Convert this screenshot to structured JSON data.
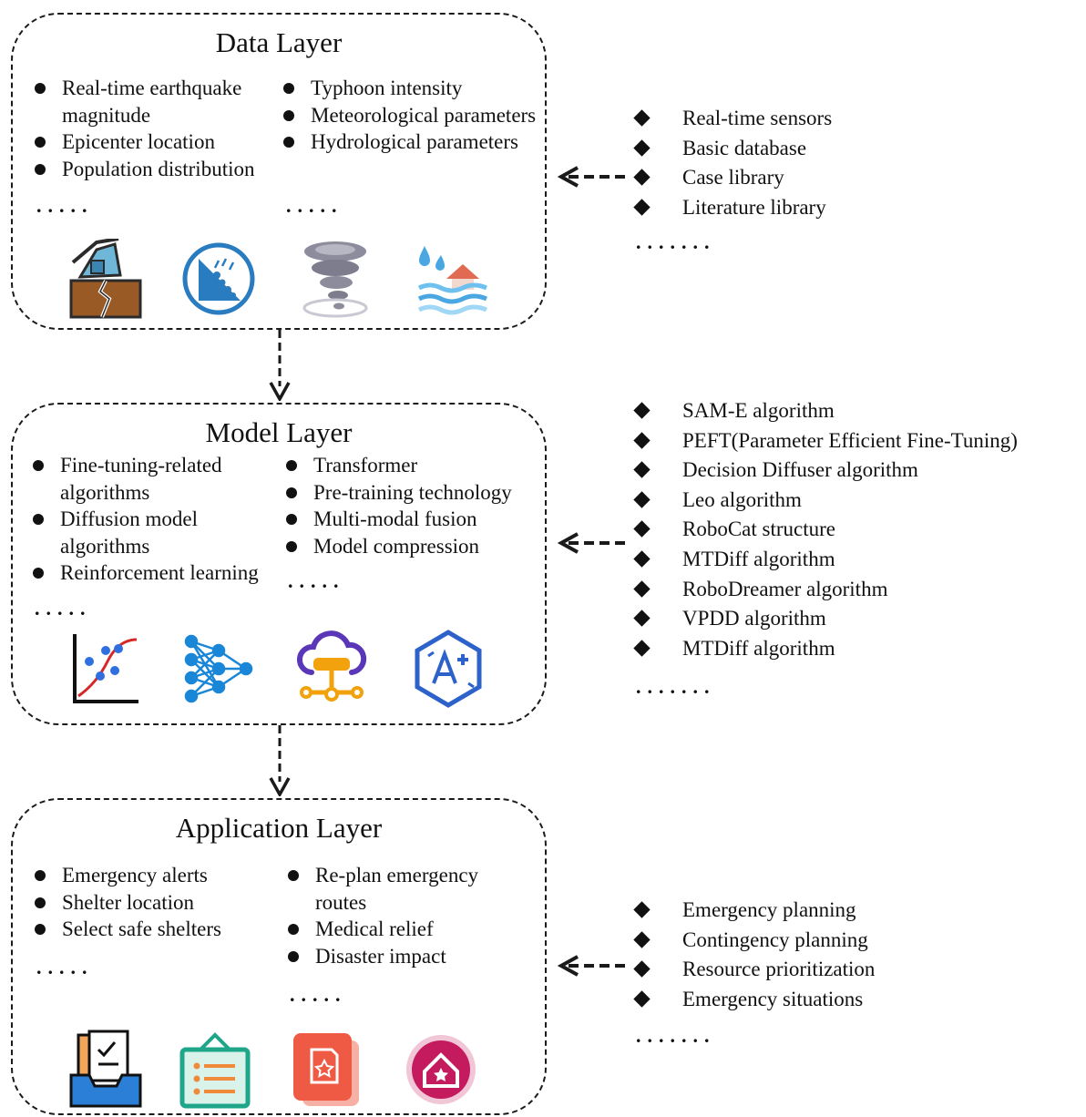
{
  "data_layer": {
    "title": "Data Layer",
    "left_items": [
      "Real-time earthquake magnitude",
      "Epicenter location",
      "Population distribution"
    ],
    "right_items": [
      "Typhoon intensity",
      "Meteorological parameters",
      "Hydrological parameters"
    ],
    "ellipsis": ".....",
    "icons": [
      "earthquake-house-icon",
      "landslide-icon",
      "tornado-icon",
      "flood-icon"
    ]
  },
  "model_layer": {
    "title": "Model Layer",
    "left_items": [
      "Fine-tuning-related algorithms",
      "Diffusion model algorithms",
      "Reinforcement learning"
    ],
    "right_items": [
      "Transformer",
      "Pre-training technology",
      "Multi-modal fusion",
      "Model compression"
    ],
    "ellipsis": ".....",
    "icons": [
      "regression-chart-icon",
      "neural-network-icon",
      "cloud-network-icon",
      "ai-hexagon-icon"
    ]
  },
  "application_layer": {
    "title": "Application Layer",
    "left_items": [
      "Emergency alerts",
      "Shelter location",
      "Select safe shelters"
    ],
    "right_items": [
      "Re-plan emergency routes",
      "Medical relief",
      "Disaster impact"
    ],
    "ellipsis": ".....",
    "icons": [
      "checklist-tray-icon",
      "notice-board-icon",
      "document-star-icon",
      "shelter-home-icon"
    ]
  },
  "data_sources": {
    "items": [
      "Real-time sensors",
      "Basic database",
      "Case library",
      "Literature library"
    ],
    "ellipsis": "......."
  },
  "model_sources": {
    "items": [
      "SAM-E algorithm",
      "PEFT(Parameter Efficient Fine-Tuning)",
      "Decision Diffuser algorithm",
      "Leo algorithm",
      "RoboCat structure",
      "MTDiff algorithm",
      "RoboDreamer algorithm",
      "VPDD algorithm",
      "MTDiff algorithm"
    ],
    "ellipsis": "......."
  },
  "application_sources": {
    "items": [
      "Emergency planning",
      "Contingency planning",
      "Resource prioritization",
      "Emergency situations"
    ],
    "ellipsis": "......."
  }
}
